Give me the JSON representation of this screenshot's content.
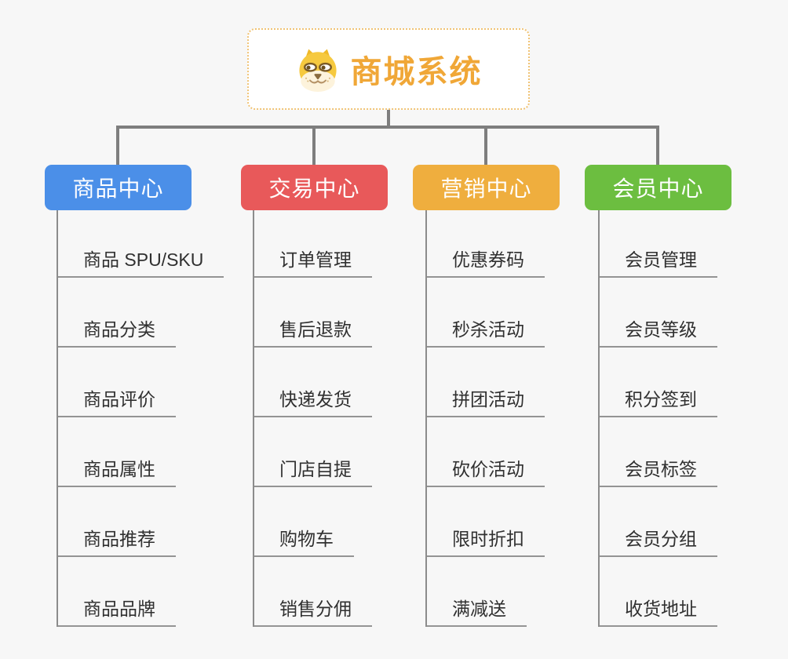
{
  "root": {
    "title": "商城系统",
    "icon": "doge-face-icon"
  },
  "branches": [
    {
      "label": "商品中心",
      "color": "#4B8FE8",
      "children": [
        "商品 SPU/SKU",
        "商品分类",
        "商品评价",
        "商品属性",
        "商品推荐",
        "商品品牌"
      ]
    },
    {
      "label": "交易中心",
      "color": "#E8595A",
      "children": [
        "订单管理",
        "售后退款",
        "快递发货",
        "门店自提",
        "购物车",
        "销售分佣"
      ]
    },
    {
      "label": "营销中心",
      "color": "#EFAE3E",
      "children": [
        "优惠券码",
        "秒杀活动",
        "拼团活动",
        "砍价活动",
        "限时折扣",
        "满减送"
      ]
    },
    {
      "label": "会员中心",
      "color": "#6CBE40",
      "children": [
        "会员管理",
        "会员等级",
        "积分签到",
        "会员标签",
        "会员分组",
        "收货地址"
      ]
    }
  ],
  "colors": {
    "background": "#F7F7F7",
    "connector": "#7E7E7E",
    "root_title": "#F0A737",
    "root_border": "#F0C375",
    "child_text": "#303030",
    "child_underline": "#949494"
  }
}
